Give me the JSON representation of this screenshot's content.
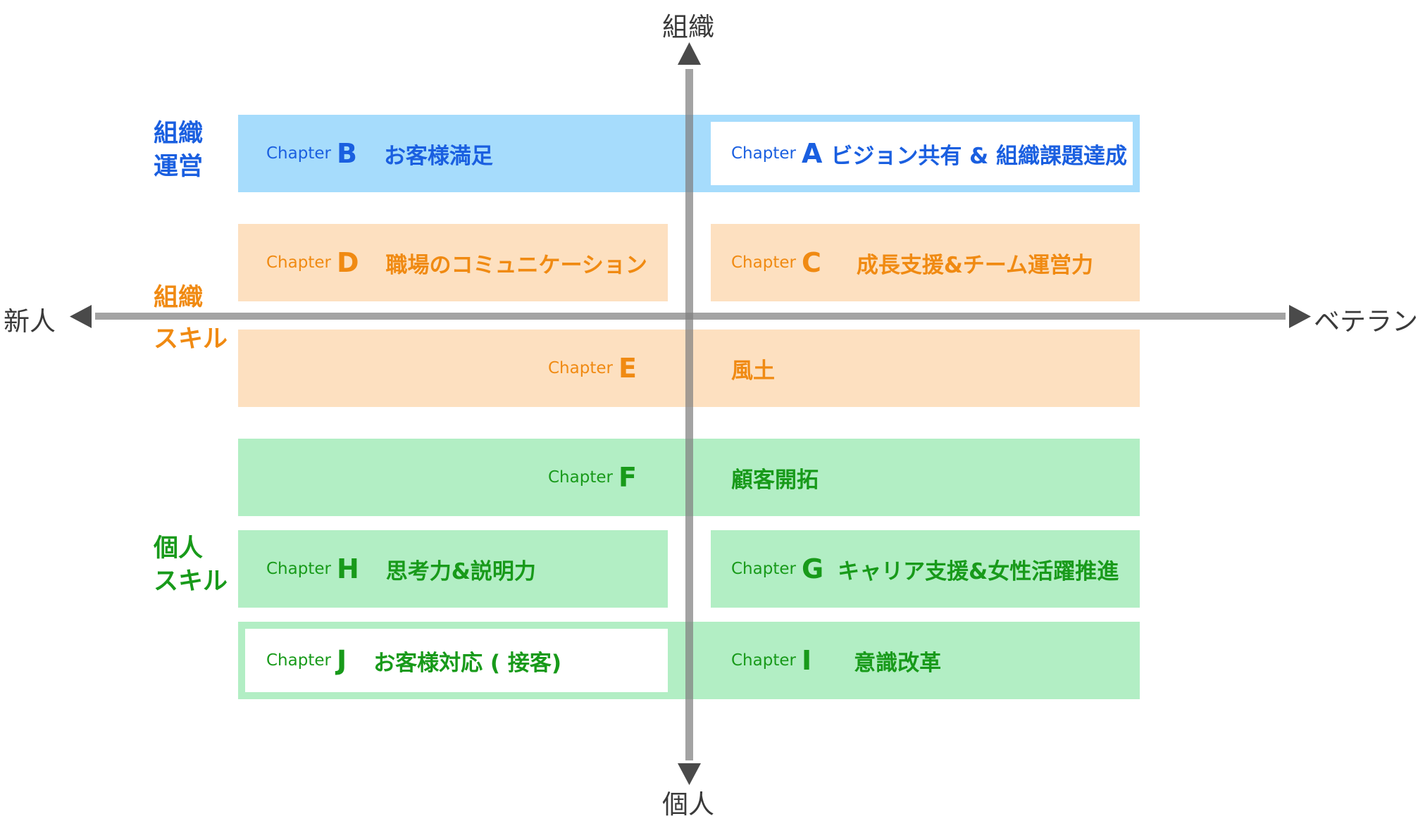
{
  "axes": {
    "top": "組織",
    "bottom": "個人",
    "left": "新人",
    "right": "ベテラン"
  },
  "groups": {
    "org_management": [
      "組織",
      "運営"
    ],
    "org_skill": [
      "組織",
      "スキル"
    ],
    "personal_skill": [
      "個人",
      "スキル"
    ]
  },
  "chapters": {
    "A": {
      "prefix": "Chapter",
      "letter": "A",
      "title": "ビジョン共有 & 組織課題達成"
    },
    "B": {
      "prefix": "Chapter",
      "letter": "B",
      "title": "お客様満足"
    },
    "C": {
      "prefix": "Chapter",
      "letter": "C",
      "title": "成長支援&チーム運営力"
    },
    "D": {
      "prefix": "Chapter",
      "letter": "D",
      "title": "職場のコミュニケーション"
    },
    "E": {
      "prefix": "Chapter",
      "letter": "E",
      "title": "風土"
    },
    "F": {
      "prefix": "Chapter",
      "letter": "F",
      "title": "顧客開拓"
    },
    "G": {
      "prefix": "Chapter",
      "letter": "G",
      "title": "キャリア支援&女性活躍推進"
    },
    "H": {
      "prefix": "Chapter",
      "letter": "H",
      "title": "思考力&説明力"
    },
    "I": {
      "prefix": "Chapter",
      "letter": "I",
      "title": "意識改革"
    },
    "J": {
      "prefix": "Chapter",
      "letter": "J",
      "title": "お客様対応 ( 接客)"
    }
  },
  "colors": {
    "blue_fill": "#a6dcfc",
    "orange_fill": "#fde0c0",
    "green_fill": "#b2eec4",
    "blue_text": "#1a5fe0",
    "orange_text": "#f08a12",
    "green_text": "#189a1a",
    "axis": "#808080"
  }
}
